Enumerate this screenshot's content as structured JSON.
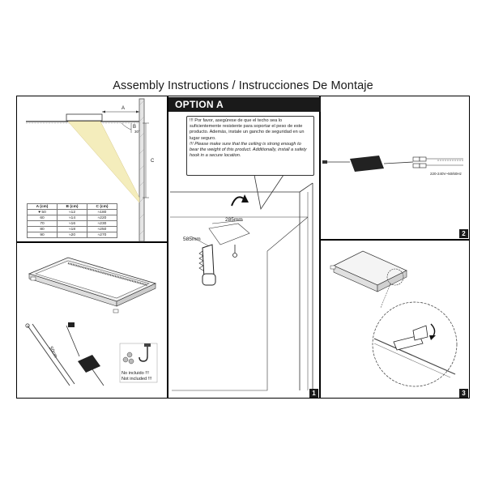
{
  "page": {
    "title": "Assembly Instructions / Instrucciones De Montaje"
  },
  "option_banner": "OPTION A",
  "note": {
    "es": "!!! Por favor, asegúrese de que el techo sea lo suficientemente resistente para soportar el peso de este producto. Además, instale un gancho de seguridad en un lugar seguro.",
    "en": "!!! Please make sure that the ceiling is strong enough to bear the weight of this product. Additionally, install a safety hook in a secure location."
  },
  "dimensions": {
    "width_label": "285mm",
    "length_label": "585mm",
    "cable_label": "50cm",
    "a_label": "A",
    "b_label": "B",
    "c_label": "C",
    "angle_label": "30°"
  },
  "table": {
    "headers": [
      "A (cm)",
      "B (cm)",
      "C (cm)"
    ],
    "rows": [
      [
        "♥ 50",
        "≈12",
        "≈180"
      ],
      [
        "60",
        "≈14",
        "≈220"
      ],
      [
        "70",
        "≈16",
        "≈230"
      ],
      [
        "80",
        "≈18",
        "≈250"
      ],
      [
        "90",
        "≈20",
        "≈270"
      ]
    ]
  },
  "not_included": {
    "es": "No incluido !!!",
    "en": "Not included !!!"
  },
  "voltage": "220-240V~50/60Hz",
  "step_numbers": [
    "1",
    "2",
    "3"
  ],
  "colors": {
    "light_beam": "#f4edbc",
    "banner": "#1a1a1a"
  }
}
